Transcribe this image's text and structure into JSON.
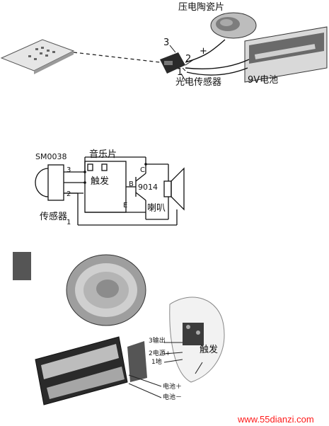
{
  "top_photo": {
    "piezo_label": "压电陶瓷片",
    "pin3": "3",
    "pin2": "2",
    "pin1": "1",
    "plus": "+",
    "minus": "-",
    "sensor_label": "光电传感器",
    "battery_label": "9V电池"
  },
  "schematic": {
    "ic_name": "SM0038",
    "music_chip_label": "音乐片",
    "trigger_label": "触发",
    "transistor": "9014",
    "pin_b": "B",
    "pin_c": "C",
    "pin_e": "E",
    "pin3": "3",
    "pin2": "2",
    "pin1": "1",
    "speaker_label": "喇叭",
    "sensor_label": "传感器"
  },
  "bottom_photo": {
    "output_label": "3输出",
    "power_label": "2电源+",
    "ground_label": "1地",
    "trigger_label": "触发",
    "battery_plus": "电池＋",
    "battery_minus": "电池－"
  },
  "watermark": "www.55dianzi.com"
}
